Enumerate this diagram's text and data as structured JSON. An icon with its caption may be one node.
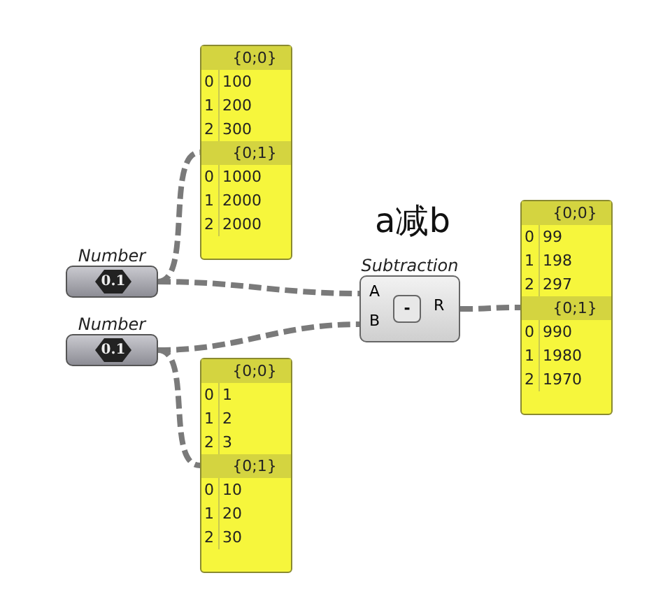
{
  "diagram": {
    "title": "a减b",
    "nodes": [
      {
        "text": [
          "{0;0}",
          "0",
          "100",
          "1",
          "200",
          "2",
          "300",
          "{0;1}",
          "0",
          "1000",
          "1",
          "2000",
          "2",
          "2000"
        ]
      },
      {
        "text": [
          "0.1"
        ],
        "beside": [
          "Number"
        ]
      },
      {
        "text": [
          "0.1"
        ],
        "beside": [
          "Number"
        ]
      },
      {
        "text": [
          "{0;0}",
          "0",
          "1",
          "1",
          "2",
          "2",
          "3",
          "{0;1}",
          "0",
          "10",
          "1",
          "20",
          "2",
          "30"
        ]
      },
      {
        "text": [
          "A",
          "B",
          "-",
          "R"
        ],
        "beside": [
          "Subtraction"
        ]
      },
      {
        "text": [
          "{0;0}",
          "0",
          "99",
          "1",
          "198",
          "2",
          "297",
          "{0;1}",
          "0",
          "990",
          "1",
          "1980",
          "2",
          "1970"
        ]
      }
    ],
    "edges": [
      {
        "from": 1,
        "to": 0,
        "arrow": "none"
      },
      {
        "from": 1,
        "to": 4,
        "arrow": "none"
      },
      {
        "from": 2,
        "to": 4,
        "arrow": "none"
      },
      {
        "from": 2,
        "to": 3,
        "arrow": "none"
      },
      {
        "from": 4,
        "to": 5,
        "arrow": "none"
      }
    ]
  }
}
